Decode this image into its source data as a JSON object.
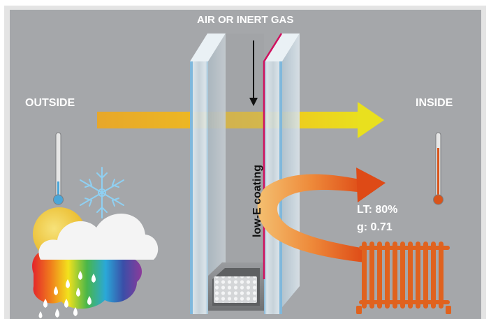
{
  "labels": {
    "gas": "AIR OR INERT GAS",
    "outside": "OUTSIDE",
    "inside": "INSIDE",
    "coating": "low-E coating",
    "lt": "LT: 80%",
    "g": "g: 0.71"
  },
  "colors": {
    "background": "#a5a7aa",
    "frame": "#e5e5e5",
    "glass": "#d6e2ea",
    "glass_edge": "#7fb8dc",
    "coating_line": "#d0105e",
    "light_arrow": "#f2c21a",
    "heat_arrow": "#e0561c",
    "radiator": "#e0621e",
    "thermometer_cold": "#4aa6d8",
    "thermometer_warm": "#d9541b",
    "spacer": "#8a8c8f"
  },
  "icons": [
    "snowflake-icon",
    "sun-icon",
    "cloud-icon",
    "rain-icon",
    "cold-thermometer-icon",
    "warm-thermometer-icon",
    "radiator-icon",
    "down-arrow-icon"
  ]
}
